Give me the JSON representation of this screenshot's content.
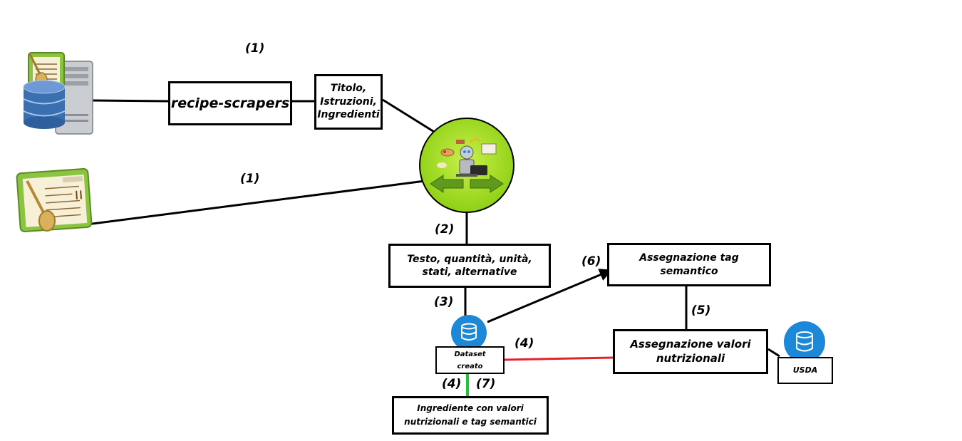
{
  "nodes": {
    "recipe_scrapers": "recipe-scrapers",
    "titolo": "Titolo, Istruzioni, Ingredienti",
    "testo": "Testo, quantità, unità, stati, alternative",
    "assegnazione_tag": "Assegnazione tag semantico",
    "assegnazione_valori": "Assegnazione valori nutrizionali",
    "dataset": "Dataset creato",
    "usda": "USDA",
    "ingrediente": "Ingrediente con valori nutrizionali e tag semantici"
  },
  "step_labels": {
    "s1_top": "(1)",
    "s1_mid": "(1)",
    "s2": "(2)",
    "s3": "(3)",
    "s4_right": "(4)",
    "s4_bottom": "(4)",
    "s5": "(5)",
    "s6": "(6)",
    "s7": "(7)"
  },
  "icons": {
    "server": "database-server-icon",
    "recipe_card": "recipe-card-icon",
    "robot": "robot-chef-icon",
    "db_dataset": "database-icon",
    "db_usda": "database-icon"
  },
  "colors": {
    "connector": "#000000",
    "link_red": "#e0242a",
    "link_green": "#22c33a",
    "db_blue": "#1e88d8",
    "robot_green": "#a6e41c"
  }
}
